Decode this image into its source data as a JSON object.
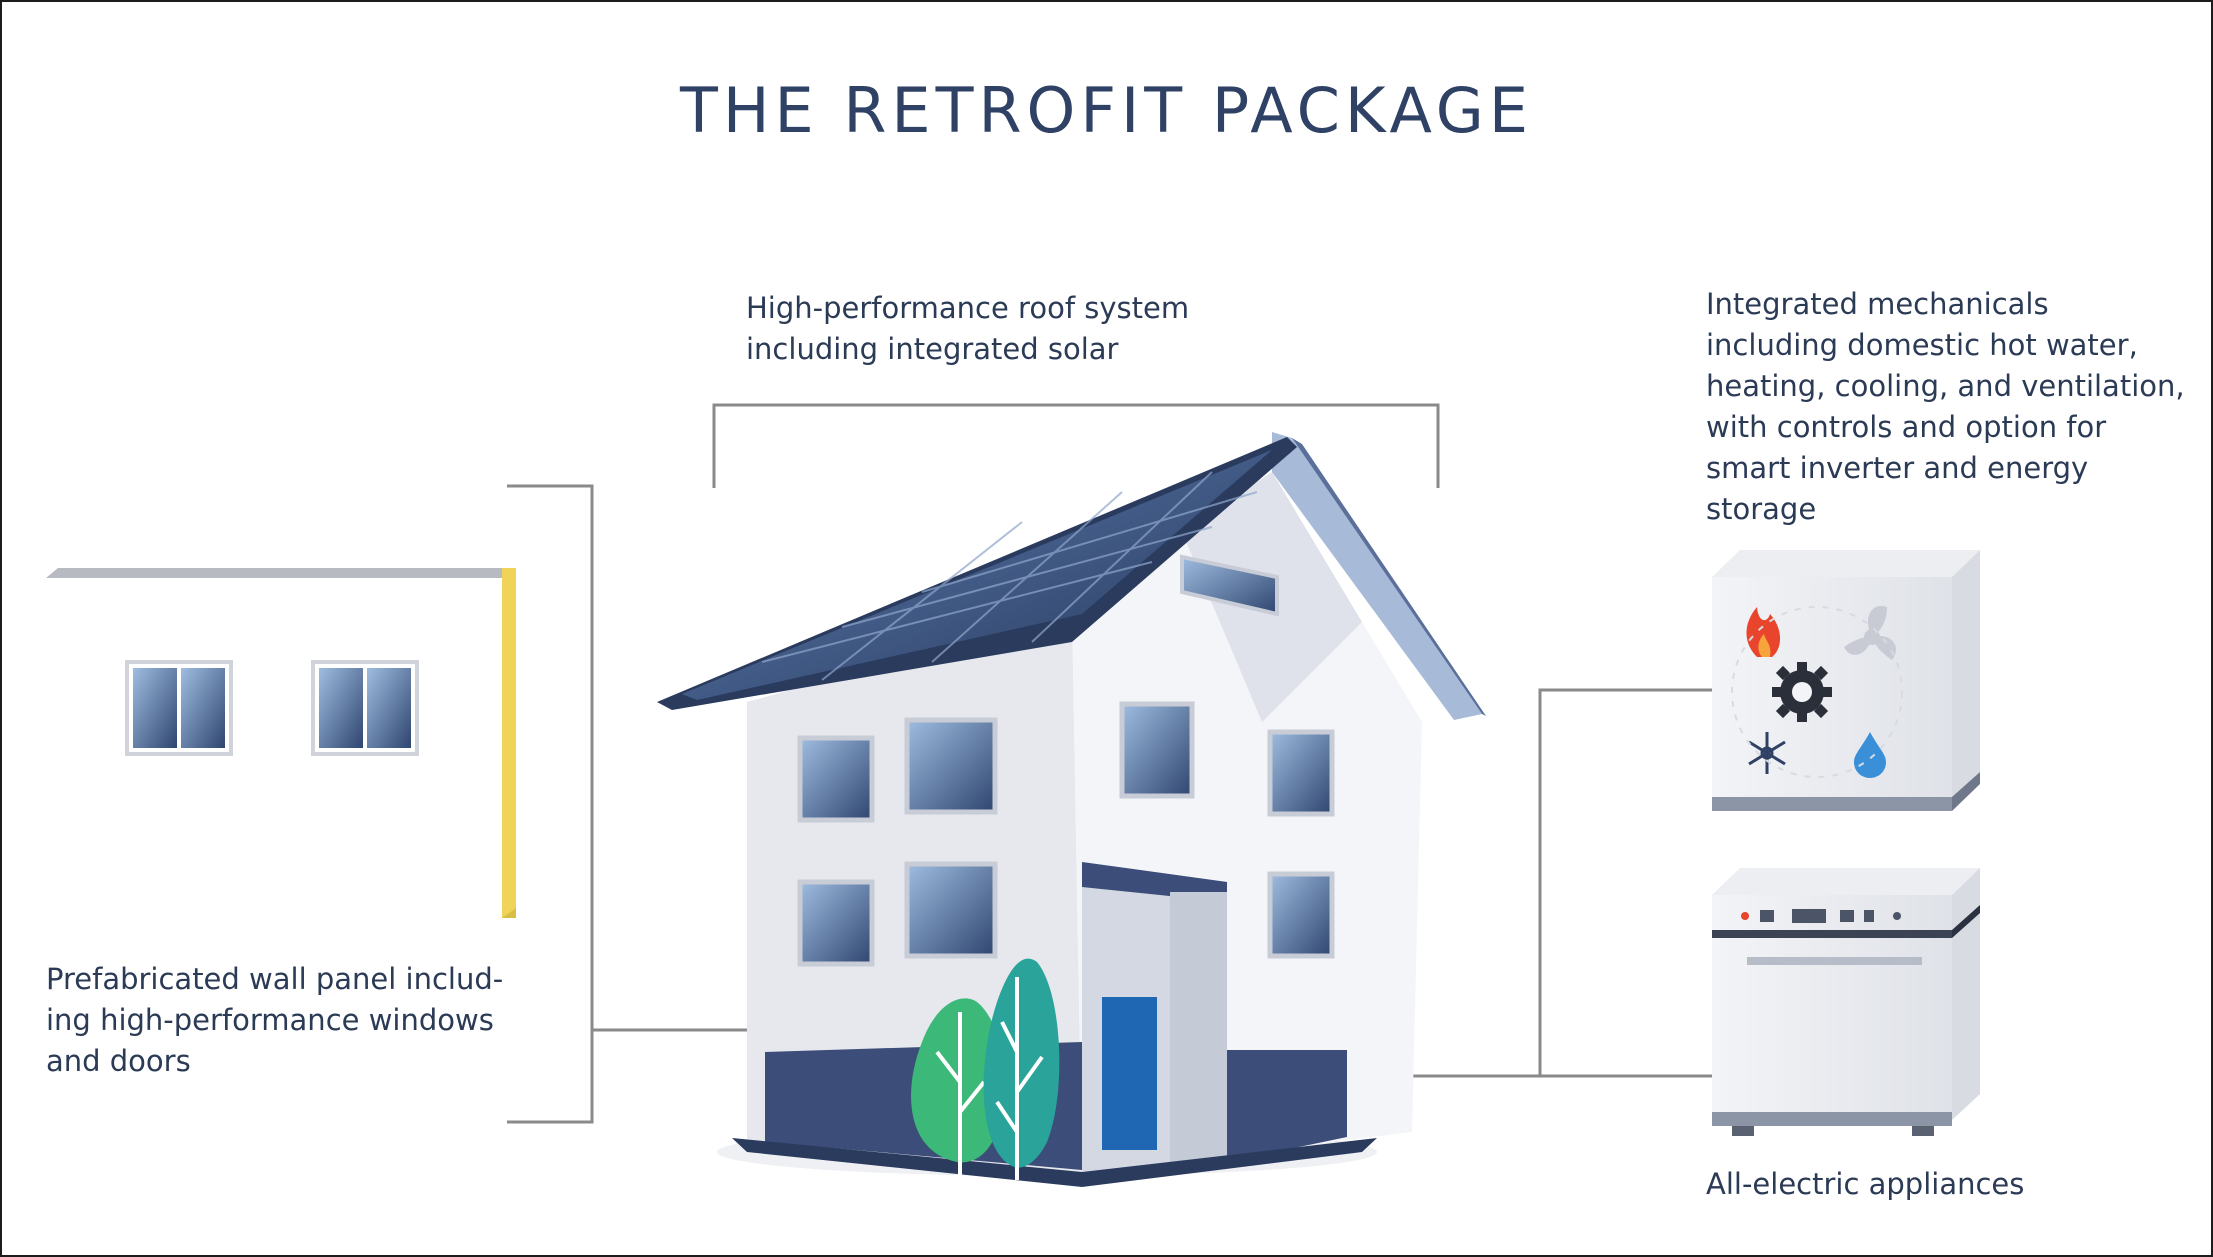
{
  "title": "THE RETROFIT PACKAGE",
  "labels": {
    "roof": [
      "High-performance roof system",
      "including integrated solar"
    ],
    "wall": [
      "Prefabricated wall panel includ-",
      "ing high-performance windows",
      "and doors"
    ],
    "mechanicals": [
      "Integrated mechanicals",
      "including domestic hot water,",
      "heating, cooling, and ventilation,",
      "with controls and option for",
      "smart inverter and energy",
      "storage"
    ],
    "appliances": [
      "All-electric appliances"
    ]
  },
  "colors": {
    "navy": "#2f4164",
    "roof_dark": "#2a3b5e",
    "solar": "#3f5f8f",
    "wall_light": "#e4e7ee",
    "wall_shade": "#c9ced9",
    "base_dark": "#3b4d78",
    "door_blue": "#1f66b3",
    "yellow_edge": "#f0d45a",
    "tree_green": "#3cb878",
    "tree_teal": "#2aa39a",
    "flame": "#e8452c",
    "water_drop": "#3a8fd9"
  },
  "icons": [
    "flame-icon",
    "fan-icon",
    "gear-icon",
    "snowflake-icon",
    "water-drop-icon"
  ]
}
